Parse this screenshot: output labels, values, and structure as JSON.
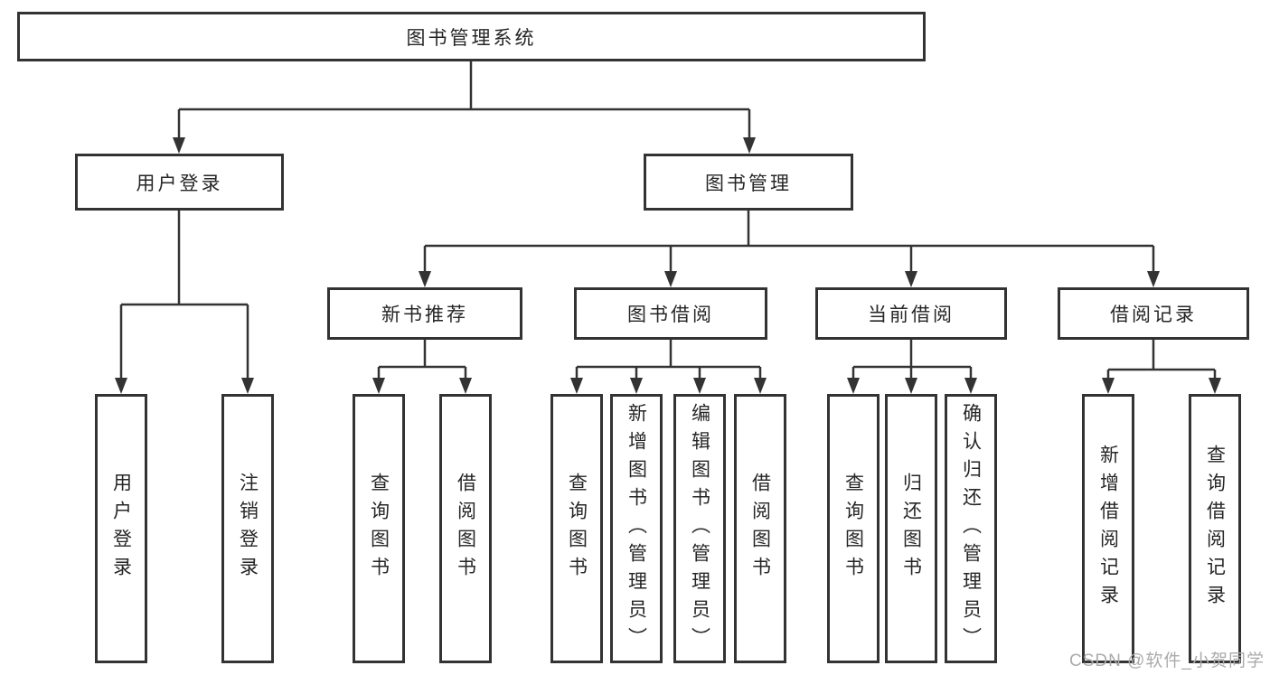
{
  "tree": {
    "label": "图书管理系统",
    "children": [
      {
        "label": "用户登录",
        "children": [
          {
            "label": "用户登录"
          },
          {
            "label": "注销登录"
          }
        ]
      },
      {
        "label": "图书管理",
        "children": [
          {
            "label": "新书推荐",
            "children": [
              {
                "label": "查询图书"
              },
              {
                "label": "借阅图书"
              }
            ]
          },
          {
            "label": "图书借阅",
            "children": [
              {
                "label": "查询图书"
              },
              {
                "label": "新增图书（管理员）"
              },
              {
                "label": "编辑图书（管理员）"
              },
              {
                "label": "借阅图书"
              }
            ]
          },
          {
            "label": "当前借阅",
            "children": [
              {
                "label": "查询图书"
              },
              {
                "label": "归还图书"
              },
              {
                "label": "确认归还（管理员）"
              }
            ]
          },
          {
            "label": "借阅记录",
            "children": [
              {
                "label": "新增借阅记录"
              },
              {
                "label": "查询借阅记录"
              }
            ]
          }
        ]
      }
    ]
  },
  "watermark": "CSDN @软件_小贺同学",
  "colors": {
    "line": "#333333",
    "box_border": "#333333",
    "text": "#262626",
    "watermark": "#ababab"
  }
}
